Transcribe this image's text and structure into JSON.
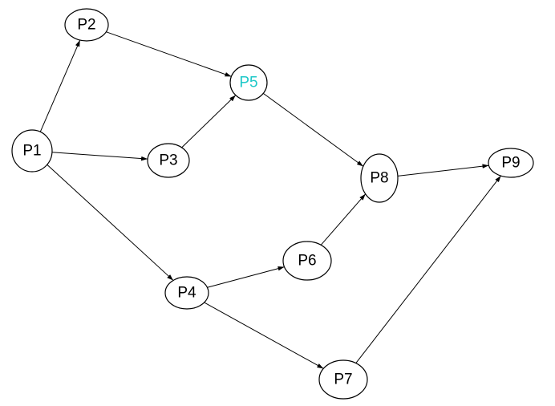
{
  "diagram": {
    "node_color": "#000000",
    "highlight_color": "#1ec8c8",
    "nodes": [
      {
        "id": "P1",
        "label": "P1",
        "highlighted": false
      },
      {
        "id": "P2",
        "label": "P2",
        "highlighted": false
      },
      {
        "id": "P3",
        "label": "P3",
        "highlighted": false
      },
      {
        "id": "P4",
        "label": "P4",
        "highlighted": false
      },
      {
        "id": "P5",
        "label": "P5",
        "highlighted": true
      },
      {
        "id": "P6",
        "label": "P6",
        "highlighted": false
      },
      {
        "id": "P7",
        "label": "P7",
        "highlighted": false
      },
      {
        "id": "P8",
        "label": "P8",
        "highlighted": false
      },
      {
        "id": "P9",
        "label": "P9",
        "highlighted": false
      }
    ],
    "edges": [
      {
        "from": "P1",
        "to": "P2"
      },
      {
        "from": "P1",
        "to": "P3"
      },
      {
        "from": "P1",
        "to": "P4"
      },
      {
        "from": "P2",
        "to": "P5"
      },
      {
        "from": "P3",
        "to": "P5"
      },
      {
        "from": "P5",
        "to": "P8"
      },
      {
        "from": "P4",
        "to": "P6"
      },
      {
        "from": "P4",
        "to": "P7"
      },
      {
        "from": "P6",
        "to": "P8"
      },
      {
        "from": "P8",
        "to": "P9"
      },
      {
        "from": "P7",
        "to": "P9"
      }
    ]
  }
}
